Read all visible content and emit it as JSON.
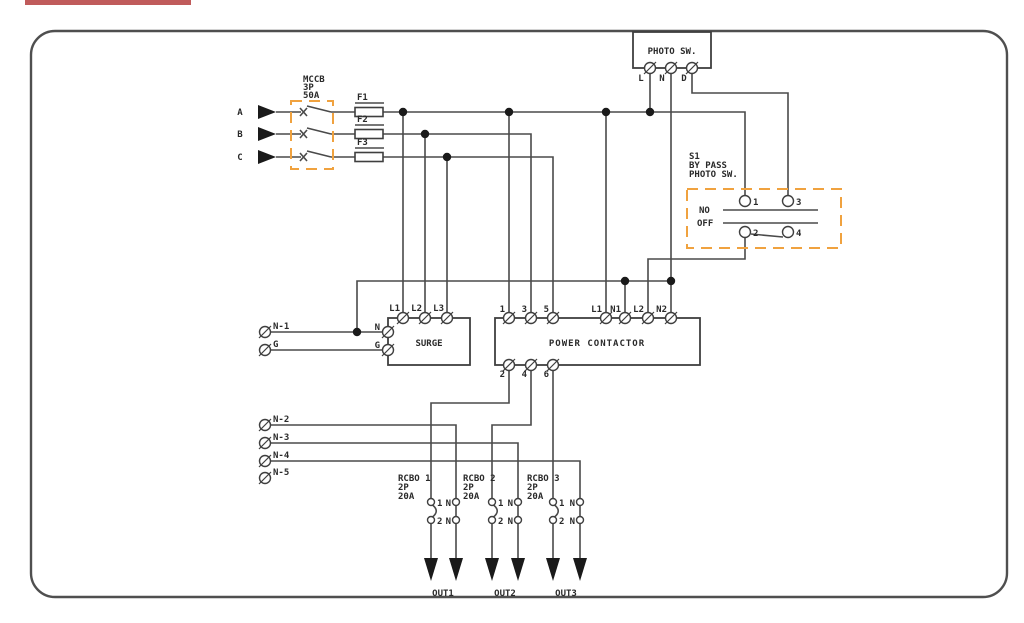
{
  "page": {
    "red_bar_color": "#c05b5b",
    "accent_orange": "#f0a23f",
    "wire_color": "#4a4a4a",
    "background": "#ffffff"
  },
  "inputs": {
    "labels": [
      "A",
      "B",
      "C"
    ]
  },
  "mccb": {
    "lines": [
      "MCCB",
      "3P",
      "50A"
    ]
  },
  "fuses": {
    "labels": [
      "F1",
      "F2",
      "F3"
    ]
  },
  "photo_sw": {
    "title": "PHOTO SW.",
    "terminals": [
      "L",
      "N",
      "D"
    ]
  },
  "bypass_sw": {
    "title_lines": [
      "S1",
      "BY PASS",
      "PHOTO SW."
    ],
    "positions": [
      "NO",
      "OFF"
    ],
    "terminals": [
      "1",
      "3",
      "2",
      "4"
    ]
  },
  "surge": {
    "title": "SURGE",
    "top_terminals": [
      "L1",
      "L2",
      "L3"
    ],
    "side_terminals": [
      "N",
      "G"
    ]
  },
  "contactor": {
    "title": "POWER CONTACTOR",
    "top_terminals": [
      "1",
      "3",
      "5",
      "L1",
      "N1",
      "L2",
      "N2"
    ],
    "bottom_terminals": [
      "2",
      "4",
      "6"
    ]
  },
  "neutral_bus": {
    "terminals": [
      "N-1",
      "G",
      "N-2",
      "N-3",
      "N-4",
      "N-5"
    ]
  },
  "rcbo": {
    "units": [
      {
        "lines": [
          "RCBO 1",
          "2P",
          "20A"
        ]
      },
      {
        "lines": [
          "RCBO 2",
          "2P",
          "20A"
        ]
      },
      {
        "lines": [
          "RCBO 3",
          "2P",
          "20A"
        ]
      }
    ],
    "pole_top": "1",
    "pole_bottom": "2",
    "neutral": "N"
  },
  "outputs": {
    "labels": [
      "OUT1",
      "OUT2",
      "OUT3"
    ]
  }
}
